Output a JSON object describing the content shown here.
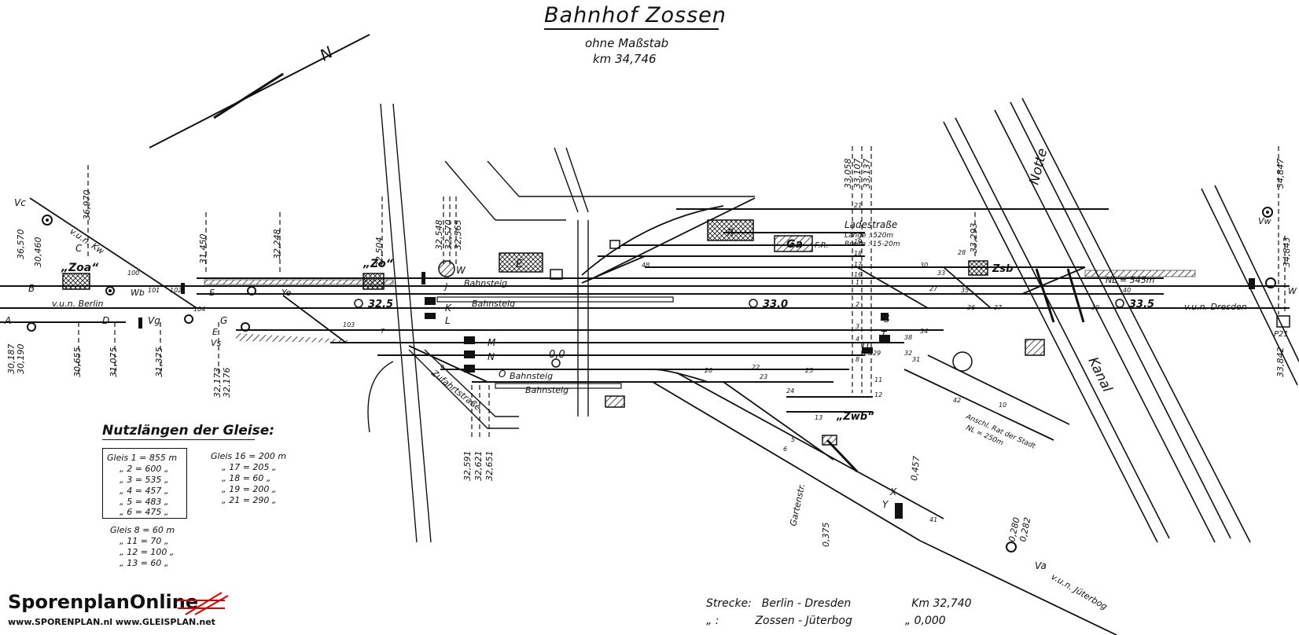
{
  "title": "Bahnhof Zossen",
  "subtitle": "ohne Maßstab",
  "km_reference": "km 34,746",
  "north_marker": "N",
  "lengths": {
    "heading": "Nutzlängen der Gleise:",
    "boxed": [
      {
        "track": "Gleis 1",
        "length": "= 855 m"
      },
      {
        "track": "„ 2",
        "length": "= 600 „"
      },
      {
        "track": "„ 3",
        "length": "= 535 „"
      },
      {
        "track": "„ 4",
        "length": "= 457 „"
      },
      {
        "track": "„ 5",
        "length": "= 483 „"
      },
      {
        "track": "„ 6",
        "length": "= 475 „"
      }
    ],
    "right": [
      {
        "track": "Gleis 16",
        "length": "= 200 m"
      },
      {
        "track": "„ 17",
        "length": "= 205 „"
      },
      {
        "track": "„ 18",
        "length": "= 60 „"
      },
      {
        "track": "„ 19",
        "length": "= 200 „"
      },
      {
        "track": "„ 21",
        "length": "= 290 „"
      }
    ],
    "bottom": [
      {
        "track": "Gleis 8",
        "length": "= 60 m"
      },
      {
        "track": "„ 11",
        "length": "= 70 „"
      },
      {
        "track": "„ 12",
        "length": "= 100 „"
      },
      {
        "track": "„ 13",
        "length": "= 60 „"
      }
    ]
  },
  "routes": [
    {
      "label": "Strecke:",
      "line": "Berlin - Dresden",
      "km": "Km 32,740"
    },
    {
      "label": "„ :",
      "line": "Zossen - Jüterbog",
      "km": "„ 0,000"
    }
  ],
  "logo": {
    "name": "SporenplanOnline",
    "urls": "www.SPORENPLAN.nl  www.GLEISPLAN.net"
  },
  "labels": {
    "vc": "Vc",
    "from_kw": "v.u.n. Kw",
    "c": "C",
    "zoa": "„Zoa“",
    "b": "B",
    "wb": "Wb",
    "a": "A",
    "d": "D",
    "vg": "Vg",
    "from_berlin": "v.u.n. Berlin",
    "e_upper": "E",
    "e_lower": "E",
    "ye": "Ye",
    "g": "G",
    "vs": "Vs",
    "zo": "„Zo“",
    "w": "W",
    "j": "J",
    "k": "K",
    "l": "L",
    "m": "M",
    "n": "N",
    "o": "O",
    "bahnsteig1": "Bahnsteig",
    "bahnsteig2": "Bahnsteig",
    "bahnsteig3": "Bahnsteig",
    "bahnsteig4": "Bahnsteig",
    "zufahrt": "Zufahrtstraße",
    "r": "R",
    "ga": "Ga",
    "fr": "F.R.",
    "e_building": "E",
    "ladestrasse": "Ladestraße",
    "ladestrasse_l": "Länge : 520m",
    "ladestrasse_b": "Breite : 15-20m",
    "zsb": "Zsb",
    "nl_545": "NL = 545m",
    "from_dresden": "v.u.n. Dresden",
    "vw": "Vw",
    "w_right": "W",
    "p21": "P21",
    "notte": "Notte",
    "kanal": "Kanal",
    "s": "S",
    "t": "T",
    "u": "U",
    "zwb": "„Zwb“",
    "gartenstr": "Gartenstr.",
    "x": "X",
    "y": "Y",
    "va": "Va",
    "from_jueterbog": "v.u.n. Jüterbog",
    "anschluss": "Anschl. Rat der Stadt",
    "anschluss_nl": "NL = 250m",
    "zero": "0,0",
    "km325": "32,5",
    "km330": "33,0",
    "km335": "33,5"
  },
  "km_marks": [
    "36,570",
    "30,460",
    "36,970",
    "30,187",
    "30,190",
    "30,655",
    "31,075",
    "31,375",
    "31,450",
    "32,248",
    "32,173",
    "32,176",
    "32,504",
    "32,548",
    "32,570",
    "32,565",
    "32,591",
    "32,621",
    "32,651",
    "33,058",
    "33,107",
    "33,137",
    "33,293",
    "34,847",
    "34,843",
    "33,842",
    "0,457",
    "0,280",
    "0,282",
    "0,375"
  ],
  "track_numbers": [
    "21",
    "19",
    "18",
    "17",
    "16",
    "1",
    "2",
    "3",
    "4",
    "5",
    "6",
    "8",
    "9",
    "11",
    "12",
    "13",
    "7",
    "10",
    "24",
    "25",
    "26",
    "28",
    "29",
    "30",
    "31",
    "32",
    "33",
    "34",
    "35",
    "36",
    "37",
    "38",
    "39",
    "40",
    "41",
    "42",
    "101",
    "102",
    "103",
    "104",
    "100",
    "20",
    "22",
    "23",
    "27",
    "48"
  ]
}
